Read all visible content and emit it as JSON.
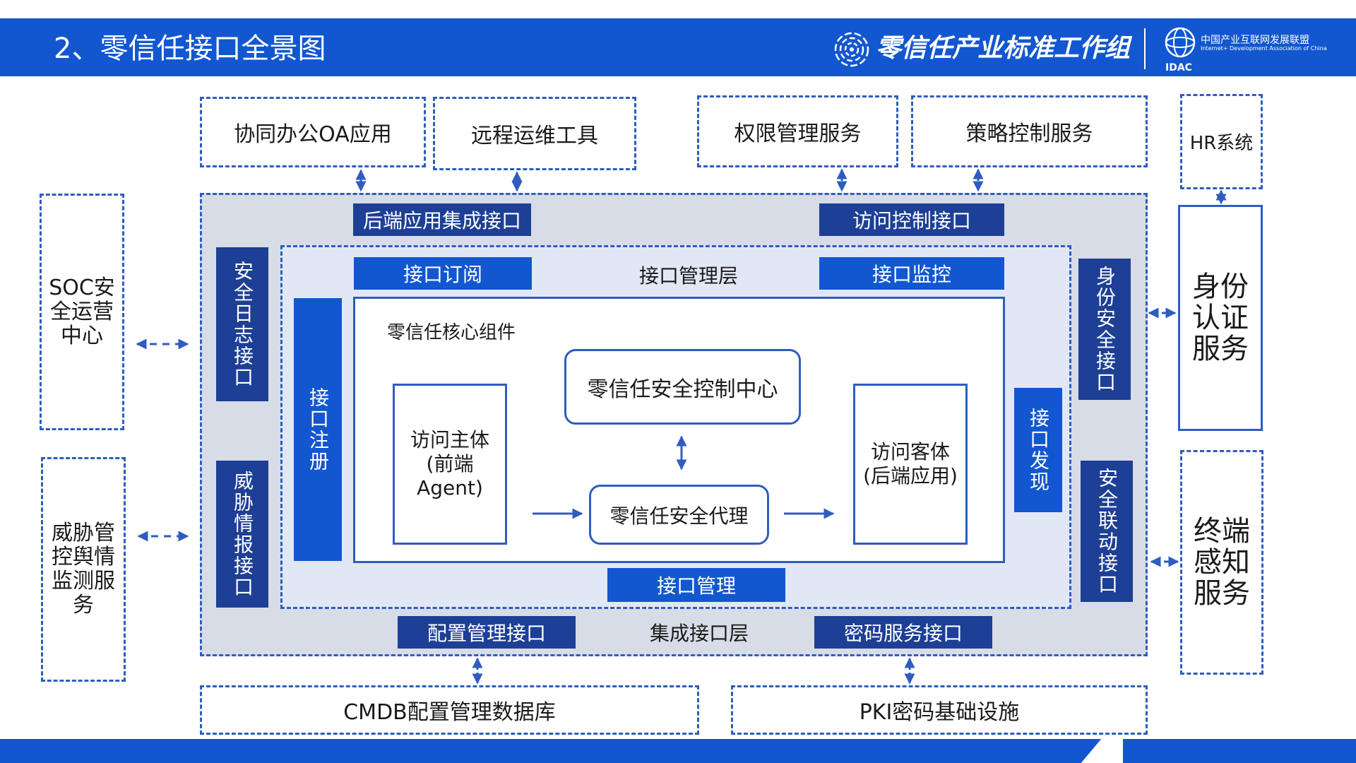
{
  "header": {
    "title": "2、零信任接口全景图",
    "org_name": "零信任产业标准工作组",
    "idac_cn": "中国产业互联网发展联盟",
    "idac_en": "Internet+ Development Association of China",
    "idac_tag": "IDAC"
  },
  "top_services": {
    "oa": "协同办公OA应用",
    "ops": "远程运维工具",
    "permission": "权限管理服务",
    "policy": "策略控制服务",
    "hr": "HR系统"
  },
  "left_services": {
    "soc": "SOC安全运营中心",
    "threat": "威胁管控舆情监测服务"
  },
  "right_services": {
    "identity": "身份认证服务",
    "terminal": "终端感知服务"
  },
  "bottom_services": {
    "cmdb": "CMDB配置管理数据库",
    "pki": "PKI密码基础设施"
  },
  "integration_layer": {
    "label": "集成接口层",
    "backend_app": "后端应用集成接口",
    "access_control": "访问控制接口",
    "security_log": "安全日志接口",
    "threat_intel": "威胁情报接口",
    "identity_security": "身份安全接口",
    "security_linkage": "安全联动接口",
    "config_mgmt": "配置管理接口",
    "crypto_service": "密码服务接口"
  },
  "management_layer": {
    "label": "接口管理层",
    "subscribe": "接口订阅",
    "monitor": "接口监控",
    "register": "接口注册",
    "discover": "接口发现",
    "manage": "接口管理"
  },
  "core": {
    "label": "零信任核心组件",
    "control_center": "零信任安全控制中心",
    "proxy": "零信任安全代理",
    "subject_line1": "访问主体",
    "subject_line2": "(前端Agent)",
    "object_line1": "访问客体",
    "object_line2": "(后端应用)"
  },
  "colors": {
    "header_blue": "#1257cf",
    "navy": "#1d3f95",
    "royal": "#1257cf",
    "border_blue": "#2f5dbf",
    "panel_gray": "#d7dce6",
    "mgmt_tint": "#e1e7f5"
  },
  "icons": [
    "zero-trust-logo-icon",
    "idac-globe-icon"
  ]
}
